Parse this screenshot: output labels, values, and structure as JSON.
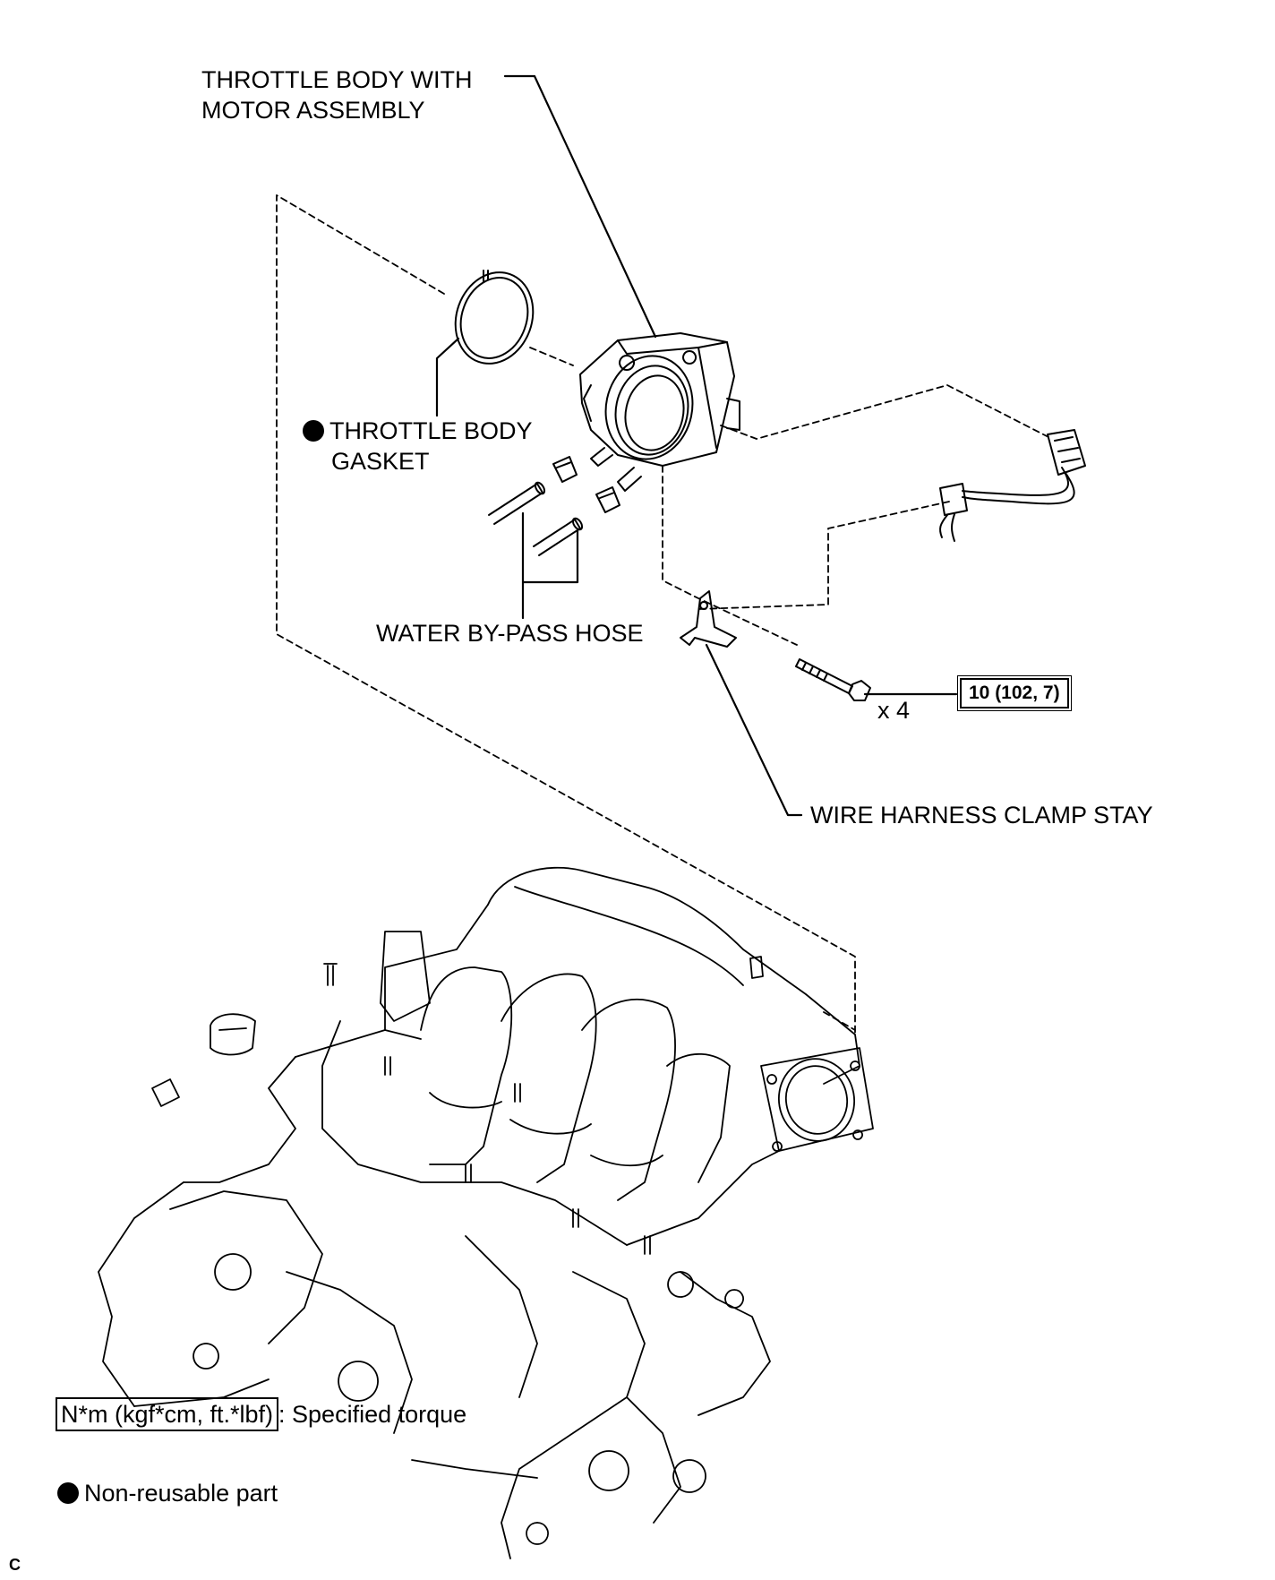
{
  "labels": {
    "throttle_body_line1": "THROTTLE BODY WITH",
    "throttle_body_line2": "MOTOR ASSEMBLY",
    "gasket_line1": "THROTTLE BODY",
    "gasket_line2": "GASKET",
    "hose": "WATER BY-PASS HOSE",
    "clamp_stay": "WIRE HARNESS CLAMP STAY",
    "bolt_qty": "x 4",
    "torque_value": "10 (102, 7)"
  },
  "legend": {
    "torque_box": "N*m (kgf*cm, ft.*lbf)",
    "torque_desc": ": Specified torque",
    "non_reusable": "Non-reusable part"
  },
  "corner_mark": "C"
}
